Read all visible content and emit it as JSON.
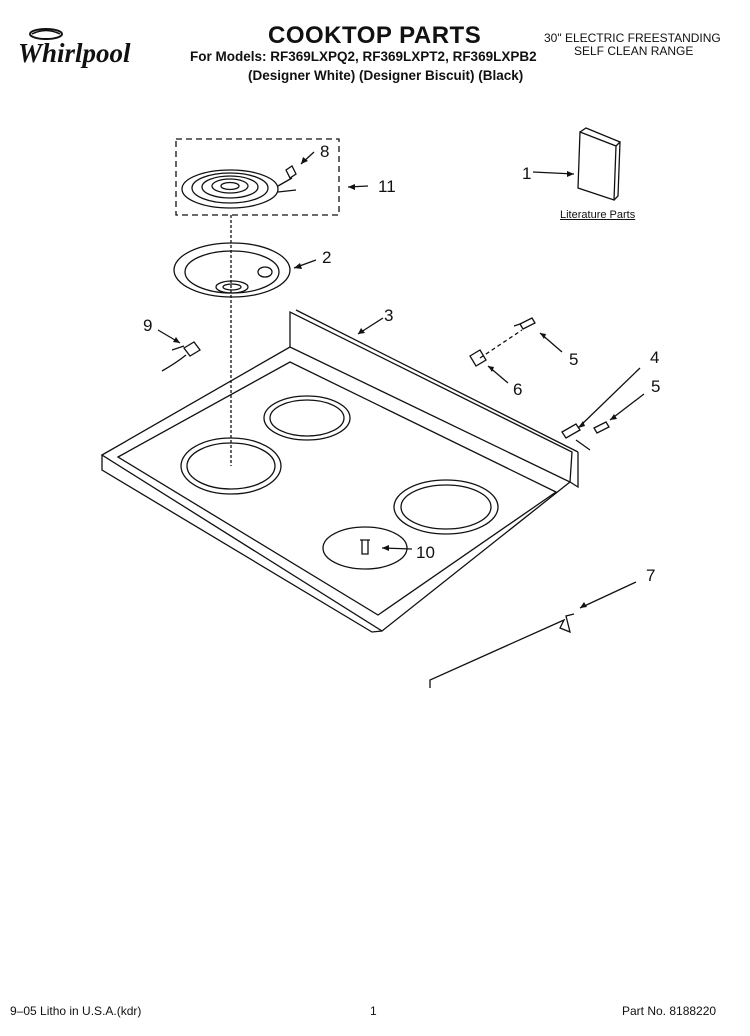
{
  "header": {
    "brand": "Whirlpool",
    "title": "COOKTOP PARTS",
    "models_line": "For Models: RF369LXPQ2, RF369LXPT2, RF369LXPB2",
    "variants_line": "(Designer White) (Designer Biscuit) (Black)",
    "product_line1": "30\" ELECTRIC FREESTANDING",
    "product_line2": "SELF CLEAN RANGE"
  },
  "callouts": {
    "c1": "1",
    "c2": "2",
    "c3": "3",
    "c4": "4",
    "c5a": "5",
    "c5b": "5",
    "c6": "6",
    "c7": "7",
    "c8": "8",
    "c9": "9",
    "c10": "10",
    "c11": "11"
  },
  "literature_label": "Literature Parts",
  "footer": {
    "left": "9–05 Litho in U.S.A.(kdr)",
    "page": "1",
    "part_no": "Part No. 8188220"
  }
}
